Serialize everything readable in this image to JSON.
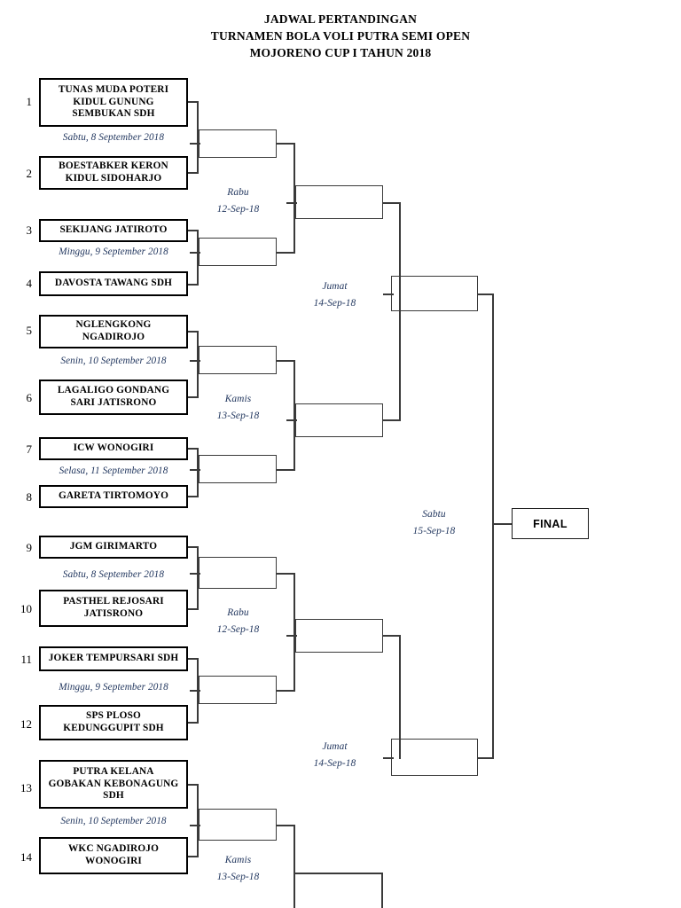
{
  "title": {
    "line1": "JADWAL PERTANDINGAN",
    "line2": "TURNAMEN BOLA VOLI PUTRA SEMI OPEN",
    "line3": "MOJORENO CUP I TAHUN 2018"
  },
  "colors": {
    "date_blue": "#21365e",
    "box_border": "#000000",
    "line": "#3a3a3a"
  },
  "final": {
    "label": "FINAL"
  },
  "teams": [
    {
      "seed": "1",
      "name": "TUNAS MUDA POTERI\nKIDUL GUNUNG\nSEMBUKAN SDH"
    },
    {
      "seed": "2",
      "name": "BOESTABKER KERON\nKIDUL SIDOHARJO"
    },
    {
      "seed": "3",
      "name": "SEKIJANG JATIROTO"
    },
    {
      "seed": "4",
      "name": "DAVOSTA TAWANG SDH"
    },
    {
      "seed": "5",
      "name": "NGLENGKONG\nNGADIROJO"
    },
    {
      "seed": "6",
      "name": "LAGALIGO GONDANG\nSARI JATISRONO"
    },
    {
      "seed": "7",
      "name": "ICW WONOGIRI"
    },
    {
      "seed": "8",
      "name": "GARETA TIRTOMOYO"
    },
    {
      "seed": "9",
      "name": "JGM GIRIMARTO"
    },
    {
      "seed": "10",
      "name": "PASTHEL REJOSARI\nJATISRONO"
    },
    {
      "seed": "11",
      "name": "JOKER TEMPURSARI SDH"
    },
    {
      "seed": "12",
      "name": "SPS PLOSO\nKEDUNGGUPIT SDH"
    },
    {
      "seed": "13",
      "name": "PUTRA KELANA\nGOBAKAN KEBONAGUNG\nSDH"
    },
    {
      "seed": "14",
      "name": "WKC NGADIROJO\nWONOGIRI"
    }
  ],
  "round1_dates": [
    {
      "id": "m1-2",
      "text": "Sabtu, 8 September 2018"
    },
    {
      "id": "m3-4",
      "text": "Minggu, 9 September 2018"
    },
    {
      "id": "m5-6",
      "text": "Senin, 10 September 2018"
    },
    {
      "id": "m7-8",
      "text": "Selasa, 11 September 2018"
    },
    {
      "id": "m9-10",
      "text": "Sabtu, 8 September 2018"
    },
    {
      "id": "m11-12",
      "text": "Minggu, 9 September 2018"
    },
    {
      "id": "m13-14",
      "text": "Senin, 10 September 2018"
    }
  ],
  "round_dates": [
    {
      "id": "r2-top",
      "text": "Rabu\n12-Sep-18"
    },
    {
      "id": "r2-upmid",
      "text": "Kamis\n13-Sep-18"
    },
    {
      "id": "r3-top",
      "text": "Jumat\n14-Sep-18"
    },
    {
      "id": "r2-lowmid",
      "text": "Rabu\n12-Sep-18"
    },
    {
      "id": "r2-bottom",
      "text": "Kamis\n13-Sep-18"
    },
    {
      "id": "r3-bottom",
      "text": "Jumat\n14-Sep-18"
    },
    {
      "id": "r4-final",
      "text": "Sabtu\n15-Sep-18"
    }
  ]
}
